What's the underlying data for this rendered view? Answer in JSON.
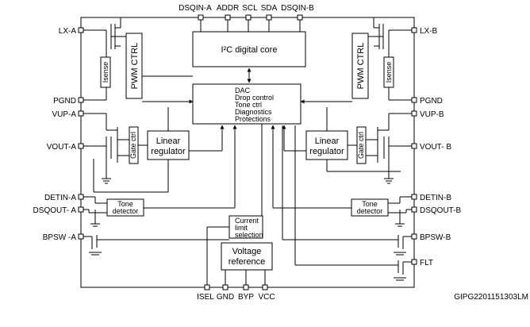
{
  "pins": {
    "top": [
      "DSQIN-A",
      "ADDR",
      "SCL",
      "SDA",
      "DSQIN-B"
    ],
    "left": [
      "LX-A",
      "PGND",
      "VUP-A",
      "VOUT-A",
      "DETIN-A",
      "DSQOUT- A",
      "BPSW -A"
    ],
    "right": [
      "LX-B",
      "PGND",
      "VUP-B",
      "VOUT- B",
      "DETIN-B",
      "DSQOUT-B",
      "BPSW-B",
      "FLT"
    ],
    "bottom": [
      "ISEL",
      "GND",
      "BYP",
      "VCC"
    ]
  },
  "blocks": {
    "pwm_ctrl": "PWM CTRL",
    "isense": "Isense",
    "gate_ctrl": "Gate ctrl",
    "linear_regulator": [
      "Linear",
      "regulator"
    ],
    "tone_detector": [
      "Tone",
      "detector"
    ],
    "i2c_core": "I²C digital core",
    "dac_lines": [
      "DAC",
      "Drop control",
      "Tone ctrl",
      "Diagnostics",
      "Protections"
    ],
    "current_limit": [
      "Current",
      "limit",
      "selection"
    ],
    "voltage_reference": [
      "Voltage",
      "reference"
    ]
  },
  "figure_id": "GIPG2201151303LM"
}
